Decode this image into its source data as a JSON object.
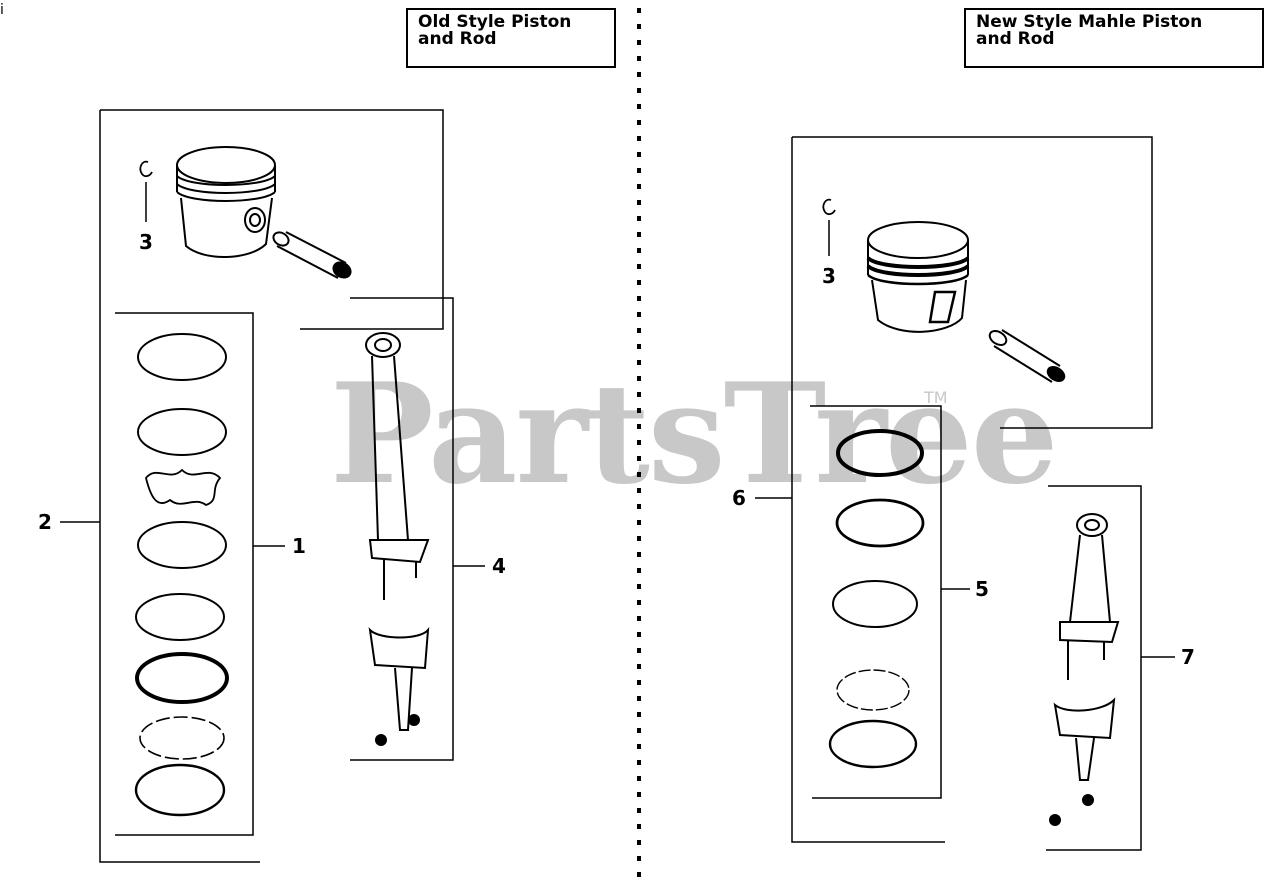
{
  "corner_mark": "i",
  "left_panel": {
    "title": "Old Style Piston\nand Rod",
    "callouts": {
      "rings": "1",
      "piston_set": "2",
      "retainer": "3",
      "rod": "4"
    }
  },
  "right_panel": {
    "title": "New Style Mahle Piston\nand Rod",
    "callouts": {
      "retainer": "3",
      "rings": "5",
      "piston_set": "6",
      "rod": "7"
    }
  },
  "watermark": {
    "text": "PartsTree",
    "tm": "TM"
  }
}
